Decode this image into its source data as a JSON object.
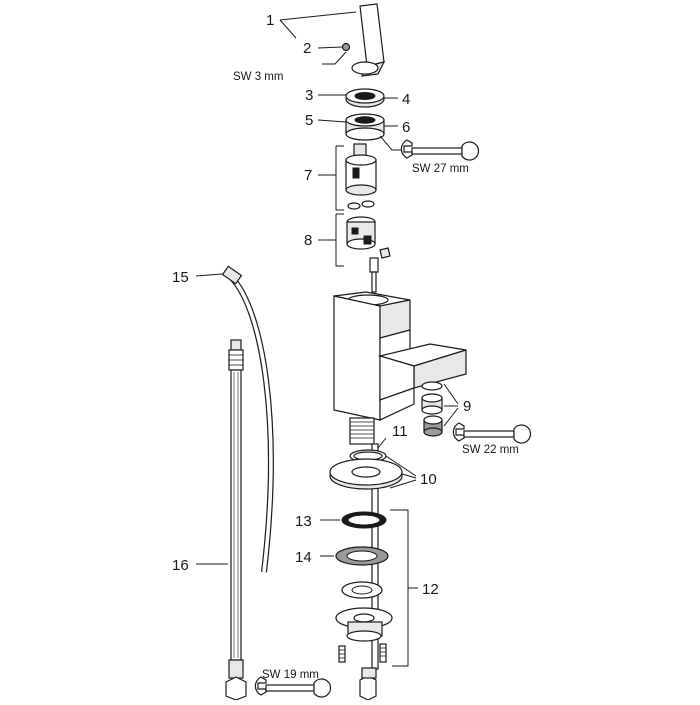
{
  "diagram": {
    "part_numbers": {
      "p1": "1",
      "p2": "2",
      "p3": "3",
      "p4": "4",
      "p5": "5",
      "p6": "6",
      "p7": "7",
      "p8": "8",
      "p9": "9",
      "p10": "10",
      "p11": "11",
      "p12": "12",
      "p13": "13",
      "p14": "14",
      "p15": "15",
      "p16": "16"
    },
    "tool_labels": {
      "hex_key": "SW 3 mm",
      "wrench_27": "SW 27 mm",
      "wrench_22": "SW 22 mm",
      "wrench_19": "SW 19 mm"
    }
  }
}
